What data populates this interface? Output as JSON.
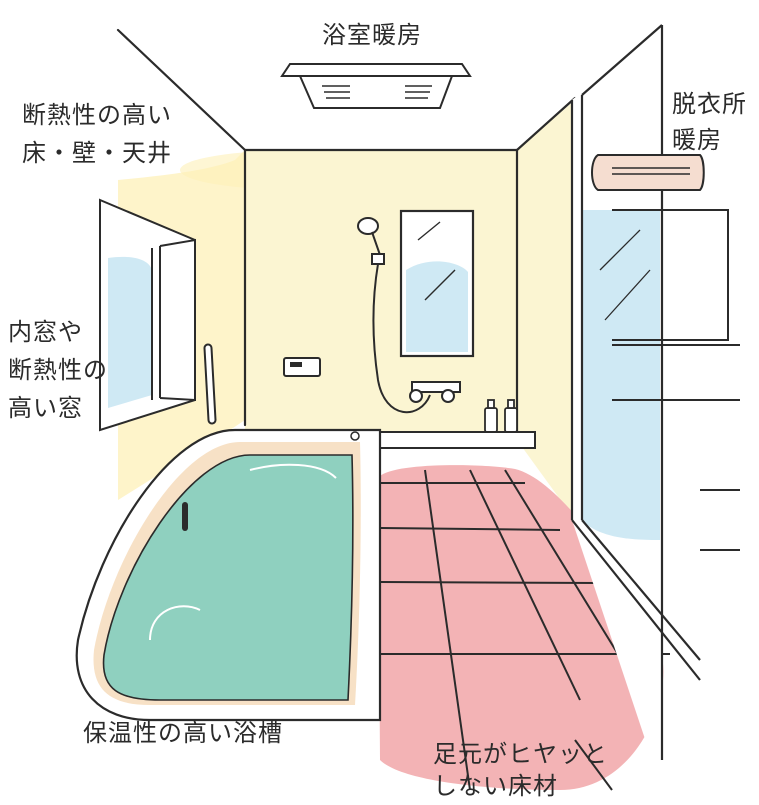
{
  "labels": {
    "bathroom_heater": "浴室暖房",
    "dressing_room_heating": [
      "脱衣所",
      "暖房"
    ],
    "insulated_surfaces": [
      "断熱性の高い",
      "床・壁・天井"
    ],
    "inner_window": [
      "内窓や",
      "断熱性の",
      "高い窓"
    ],
    "insulated_bathtub": "保温性の高い浴槽",
    "warm_floor": [
      "足元がヒヤッと",
      "しない床材"
    ]
  },
  "colors": {
    "wall": "#fbf5d2",
    "wall_glow": "#fdf0b8",
    "water": "#8fd0bf",
    "tub_body": "#f7e1c6",
    "floor": "#f3b3b5",
    "glass": "#cfe9f4",
    "ink": "#2b2b2b",
    "ac_body": "#f5ddd0"
  }
}
